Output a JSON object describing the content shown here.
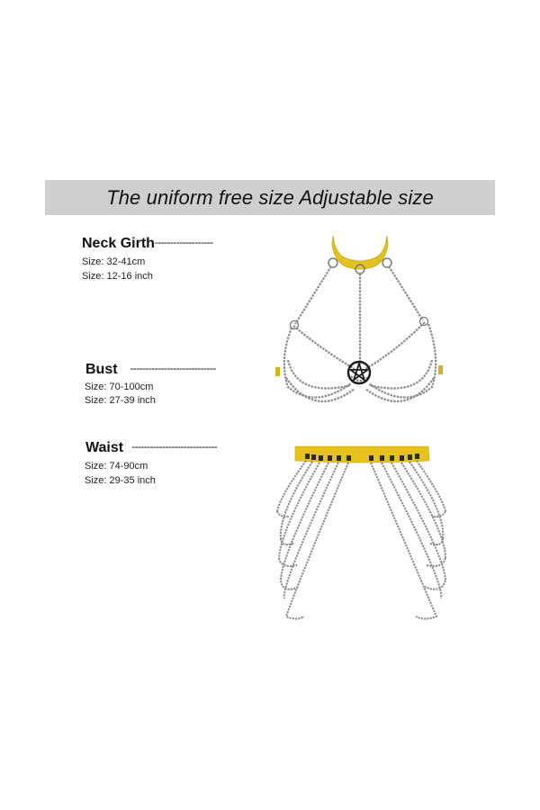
{
  "banner": {
    "title": "The uniform free size Adjustable size",
    "background": "#cfcfcf"
  },
  "sizes": [
    {
      "label": "Neck Girth",
      "dashes": "-------------------",
      "cm": "Size: 32-41cm",
      "inch": "Size: 12-16 inch"
    },
    {
      "label": "Bust",
      "dashes": "----------------------------",
      "cm": "Size: 70-100cm",
      "inch": "Size: 27-39 inch"
    },
    {
      "label": "Waist",
      "dashes": "----------------------------",
      "cm": "Size: 74-90cm",
      "inch": "Size: 29-35 inch"
    }
  ],
  "products": {
    "harness": {
      "name": "Chest harness with choker and pentagram",
      "collar_color": "#e6c21e",
      "chain_color": "#8a8a8a",
      "pendant_icon": "pentagram-icon"
    },
    "waist_belt": {
      "name": "Waist belt with draped chains",
      "belt_color": "#e6c21e",
      "chain_color": "#8a8a8a",
      "chain_count": 12
    }
  }
}
